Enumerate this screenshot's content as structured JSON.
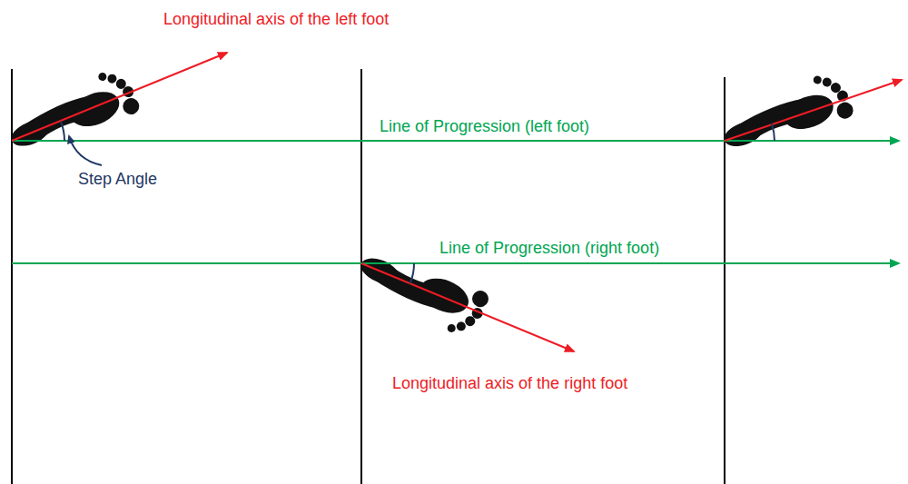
{
  "diagram": {
    "labels": [
      "Longitudinal axis of the left foot",
      "Line of Progression (left foot)",
      "Step Angle",
      "Line of Progression (right foot)",
      "Longitudinal axis of the right foot"
    ]
  }
}
